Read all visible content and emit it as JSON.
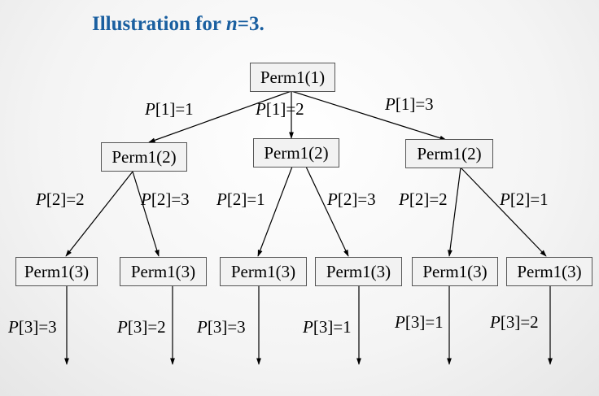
{
  "title": {
    "prefix": "Illustration for ",
    "var": "n",
    "suffix": "=3."
  },
  "nodes": {
    "root": "Perm1(1)",
    "l1": [
      "Perm1(2)",
      "Perm1(2)",
      "Perm1(2)"
    ],
    "l2": [
      "Perm1(3)",
      "Perm1(3)",
      "Perm1(3)",
      "Perm1(3)",
      "Perm1(3)",
      "Perm1(3)"
    ]
  },
  "edge_labels": {
    "level1": [
      {
        "var": "P",
        "rest": "[1]=1"
      },
      {
        "var": "P",
        "rest": "[1]=2"
      },
      {
        "var": "P",
        "rest": "[1]=3"
      }
    ],
    "level2": [
      {
        "var": "P",
        "rest": "[2]=2"
      },
      {
        "var": "P",
        "rest": "[2]=3"
      },
      {
        "var": "P",
        "rest": "[2]=1"
      },
      {
        "var": "P",
        "rest": "[2]=3"
      },
      {
        "var": "P",
        "rest": "[2]=2"
      },
      {
        "var": "P",
        "rest": "[2]=1"
      }
    ],
    "level3": [
      {
        "var": "P",
        "rest": "[3]=3"
      },
      {
        "var": "P",
        "rest": "[3]=2"
      },
      {
        "var": "P",
        "rest": "[3]=3"
      },
      {
        "var": "P",
        "rest": "[3]=1"
      },
      {
        "var": "P",
        "rest": "[3]=1"
      },
      {
        "var": "P",
        "rest": "[3]=2"
      }
    ]
  }
}
